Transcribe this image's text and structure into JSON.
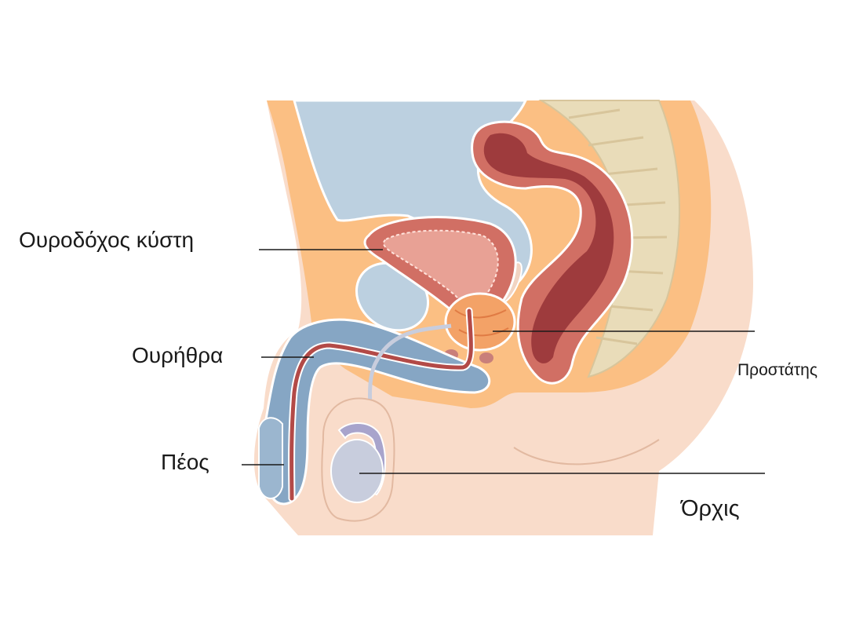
{
  "labels": {
    "bladder": "Ουροδόχος κύστη",
    "urethra": "Ουρήθρα",
    "penis": "Πέος",
    "prostate": "Προστάτης",
    "testis": "Όρχις"
  },
  "colors": {
    "skin": "#f9dcca",
    "fat": "#fbbf83",
    "peritoneal_cavity": "#bcd0e0",
    "spine": "#e9dcb9",
    "muscle_wall": "#d16f64",
    "muscle_inner": "#9e3b3d",
    "prostate": "#f3a267",
    "erectile_tissue": "#86a6c4",
    "testis": "#c8cddd",
    "epididymis": "#a8a4cc",
    "leader_line": "#1a1a1a"
  }
}
